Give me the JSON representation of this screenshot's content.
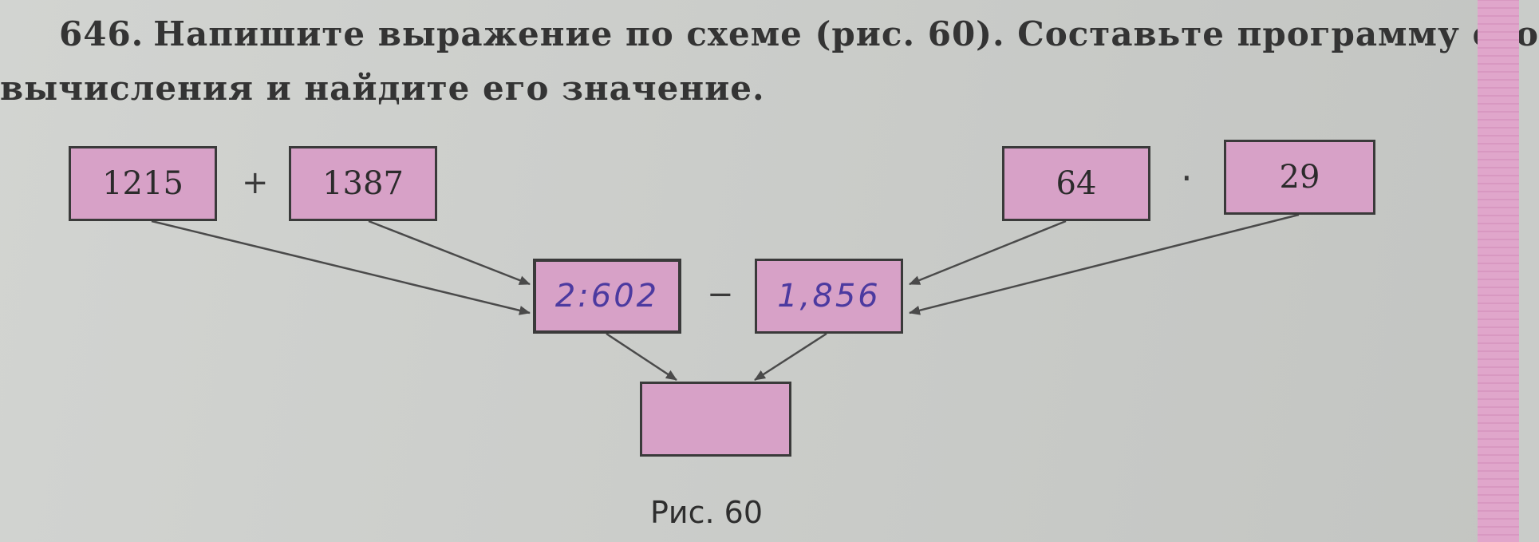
{
  "task": {
    "number": "646.",
    "line1": "Напишите выражение по схеме (рис. 60). Составьте программу его",
    "line2": "вычисления и найдите его значение."
  },
  "scheme": {
    "box_a": "1215",
    "op_ab": "+",
    "box_b": "1387",
    "box_c": "64",
    "op_cd": "·",
    "box_d": "29",
    "box_sum": "2:602",
    "op_middle": "−",
    "box_product": "1,856",
    "box_result": ""
  },
  "caption": "Рис. 60",
  "colors": {
    "box_fill": "#d7a1c7",
    "box_border": "#3a3a3a",
    "handwriting": "#4c3aa0",
    "page": "#cbcdca"
  }
}
